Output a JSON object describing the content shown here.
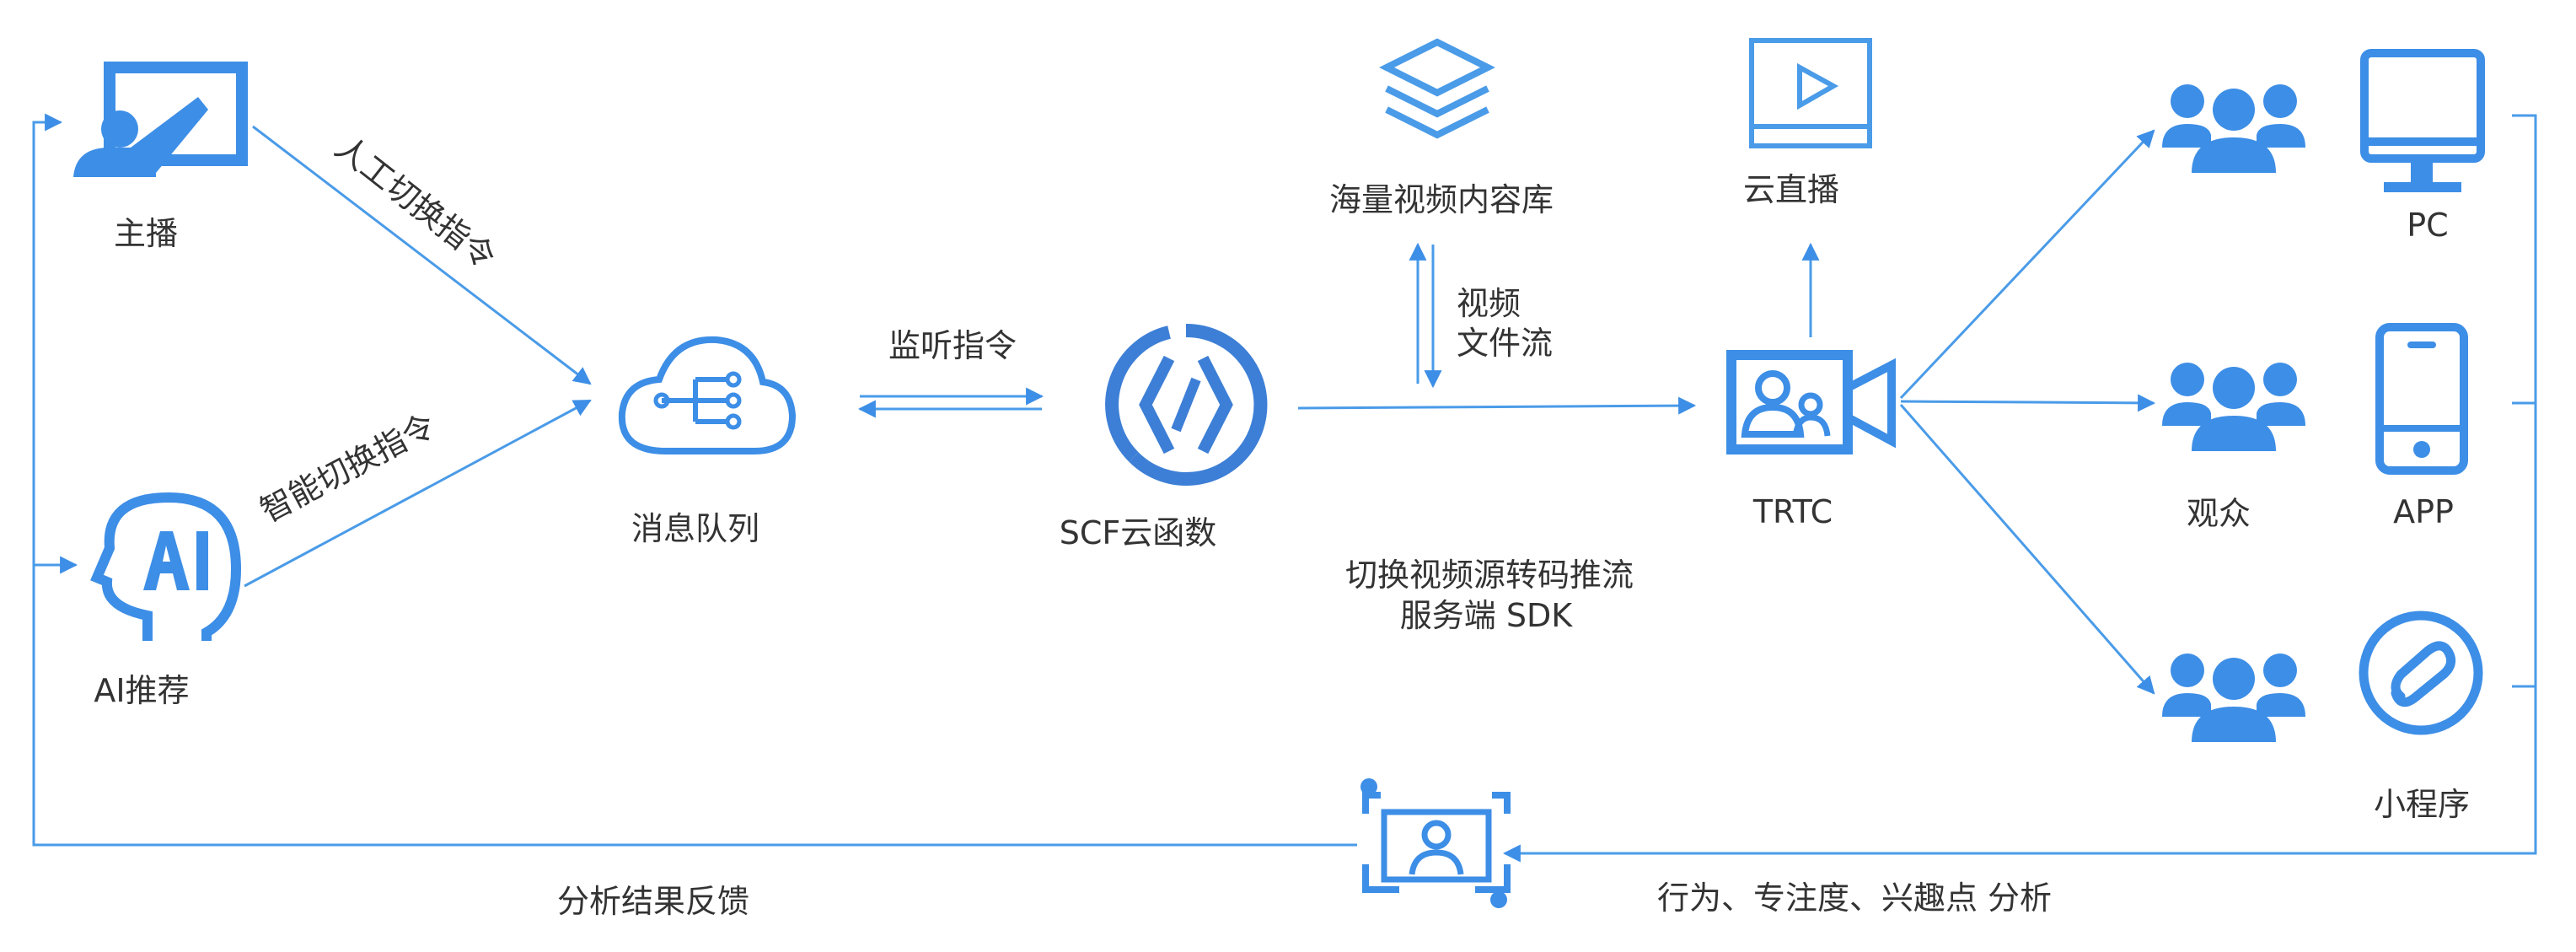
{
  "nodes": {
    "anchor": "主播",
    "ai_recommend": "AI推荐",
    "message_queue": "消息队列",
    "scf": "SCF云函数",
    "video_library": "海量视频内容库",
    "live": "云直播",
    "trtc": "TRTC",
    "audience": "观众",
    "pc": "PC",
    "app": "APP",
    "mini_program": "小程序"
  },
  "edges": {
    "manual_switch": "人工切换指令",
    "smart_switch": "智能切换指令",
    "listen": "监听指令",
    "video_stream_line1": "视频",
    "video_stream_line2": "文件流",
    "switch_transcode_line1": "切换视频源转码推流",
    "switch_transcode_line2": "服务端 SDK",
    "feedback": "分析结果反馈",
    "analysis": "行为、专注度、兴趣点 分析"
  },
  "colors": {
    "accent": "#3d8ee6",
    "text": "#333333",
    "background": "#ffffff"
  }
}
